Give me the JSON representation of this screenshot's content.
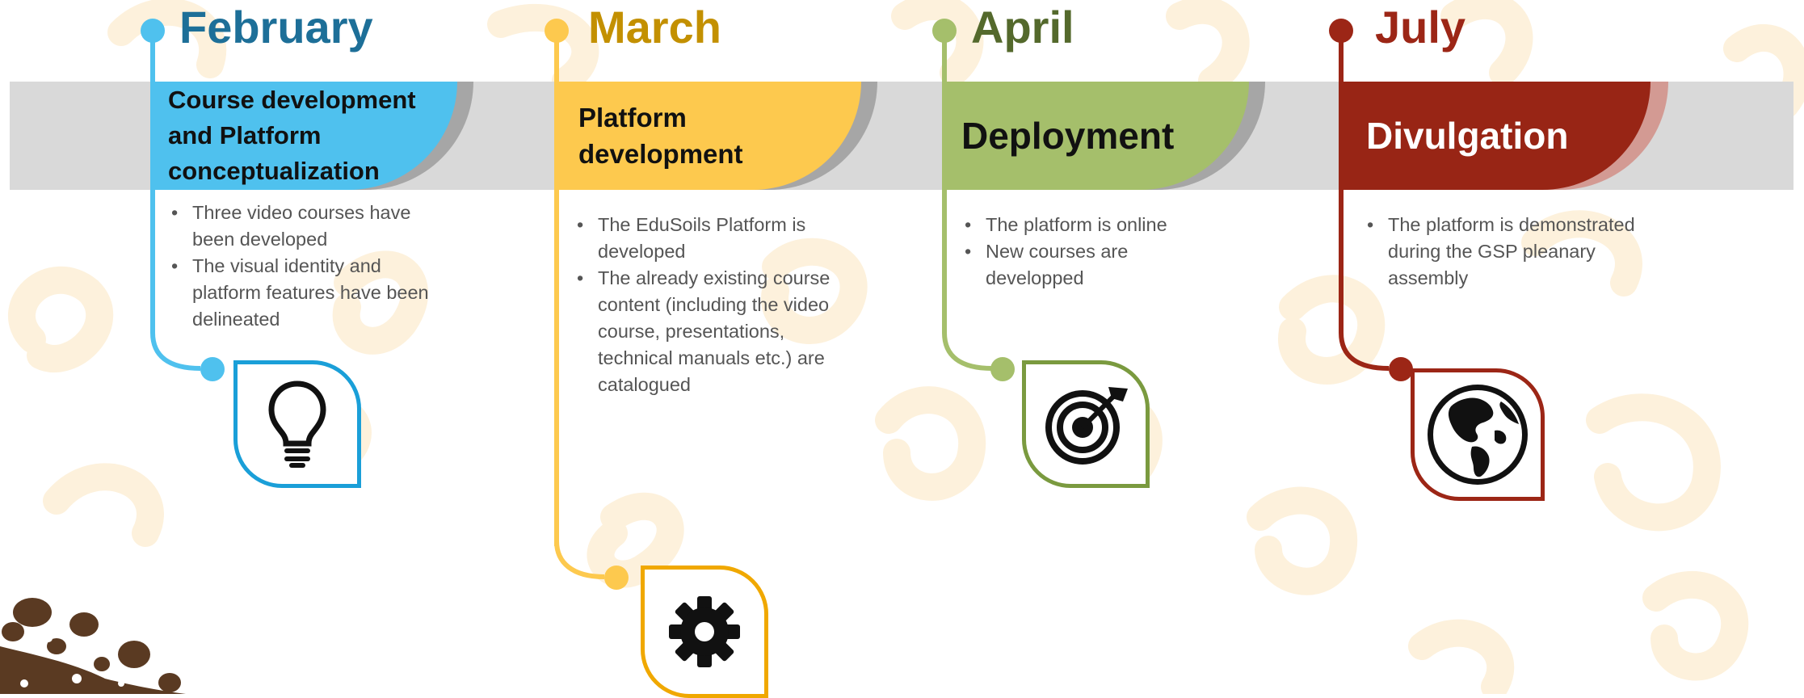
{
  "timeline": [
    {
      "month": "February",
      "title": "Course development\nand Platform\nconceptualization",
      "bullets": [
        "Three video courses have been developed",
        "The visual identity and platform features have been delineated"
      ],
      "icon": "lightbulb-icon",
      "colors": {
        "accent": "#4fc1ee",
        "frame": "#1a9fd8",
        "month": "#1d6f98",
        "title_bg": "#4fc1ee"
      }
    },
    {
      "month": "March",
      "title": "Platform\ndevelopment",
      "bullets": [
        "The EduSoils Platform is developed",
        "The already existing course content (including the video course, presentations, technical manuals etc.) are catalogued"
      ],
      "icon": "gear-icon",
      "colors": {
        "accent": "#fdc94e",
        "frame": "#f0a800",
        "month": "#c39000",
        "title_bg": "#fdc94e"
      }
    },
    {
      "month": "April",
      "title": "Deployment",
      "bullets": [
        "The platform is online",
        "New courses are developped"
      ],
      "icon": "target-icon",
      "colors": {
        "accent": "#a5bf6b",
        "frame": "#7a9a3f",
        "month": "#54692c",
        "title_bg": "#a5bf6b"
      }
    },
    {
      "month": "July",
      "title": "Divulgation",
      "bullets": [
        "The platform is demonstrated during the GSP pleanary assembly"
      ],
      "icon": "globe-icon",
      "colors": {
        "accent": "#9c2616",
        "frame": "#9c2616",
        "month": "#9c2616",
        "title_bg": "#982515"
      }
    }
  ]
}
